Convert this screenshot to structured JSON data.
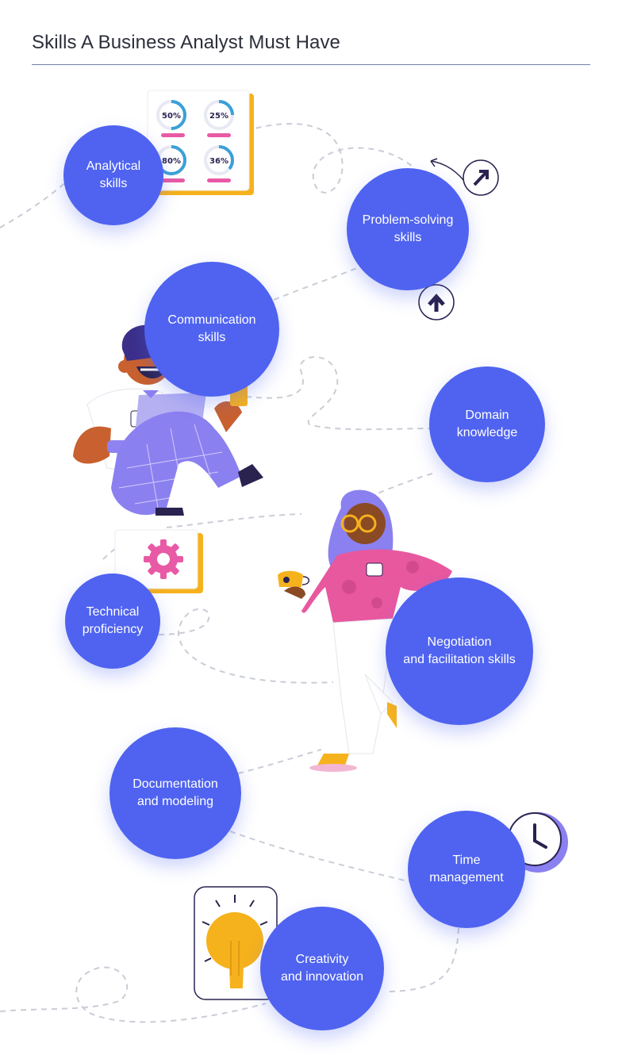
{
  "title": "Skills A Business Analyst Must Have",
  "skills": [
    {
      "label": "Analytical\nskills"
    },
    {
      "label": "Problem-solving\nskills"
    },
    {
      "label": "Communication\nskills"
    },
    {
      "label": "Domain\nknowledge"
    },
    {
      "label": "Technical\nproficiency"
    },
    {
      "label": "Negotiation\nand facilitation skills"
    },
    {
      "label": "Documentation\nand modeling"
    },
    {
      "label": "Time\nmanagement"
    },
    {
      "label": "Creativity\nand innovation"
    }
  ],
  "report_card": {
    "gauges": [
      {
        "label": "50%",
        "value": 50
      },
      {
        "label": "25%",
        "value": 25
      },
      {
        "label": "80%",
        "value": 80
      },
      {
        "label": "36%",
        "value": 36
      }
    ]
  },
  "colors": {
    "circle": "#4f63f0",
    "accent_yellow": "#f6b21c",
    "accent_pink": "#e85aa5",
    "dark": "#2a2350"
  }
}
